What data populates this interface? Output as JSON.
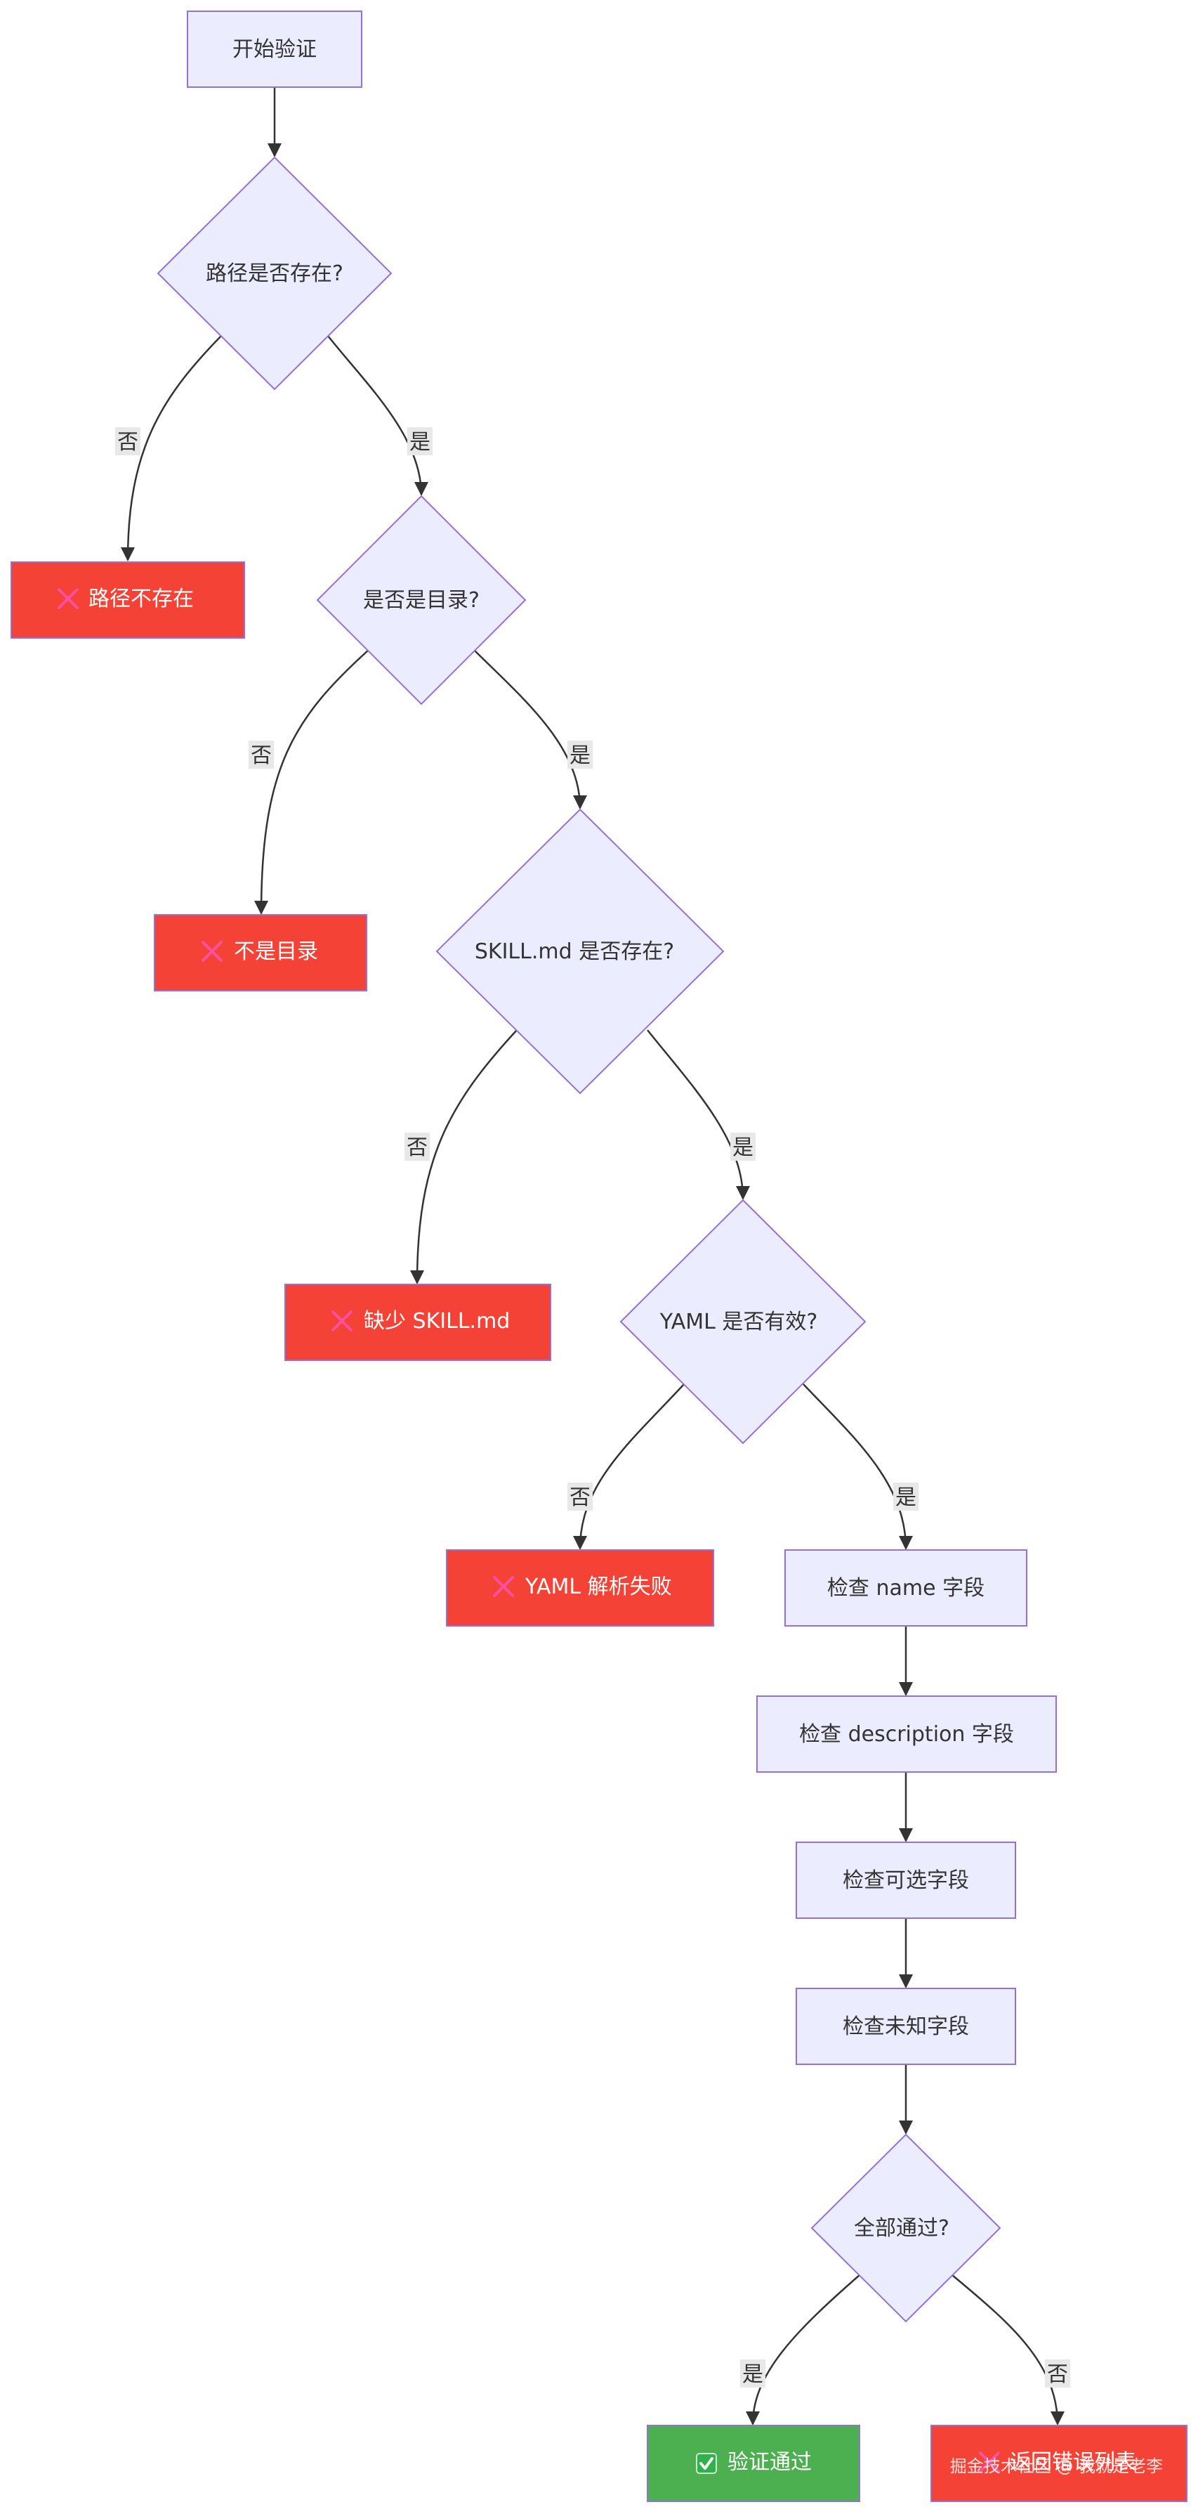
{
  "colors": {
    "node_fill": "#ECECFF",
    "node_stroke": "#9370DB",
    "error_fill": "#F44336",
    "success_fill": "#4CAF50",
    "edge": "#333333",
    "edge_label_bg": "#E8E8E8"
  },
  "nodes": {
    "start": "开始验证",
    "q_path_exists": "路径是否存在?",
    "err_path": "路径不存在",
    "q_is_dir": "是否是目录?",
    "err_not_dir": "不是目录",
    "q_skill_exists": "SKILL.md 是否存在?",
    "err_missing_skill": "缺少 SKILL.md",
    "q_yaml_valid": "YAML 是否有效?",
    "err_yaml": "YAML 解析失败",
    "check_name": "检查 name 字段",
    "check_description": "检查 description 字段",
    "check_optional": "检查可选字段",
    "check_unknown": "检查未知字段",
    "q_all_pass": "全部通过?",
    "pass": "验证通过",
    "return_errors": "返回错误列表"
  },
  "icons": {
    "error": "cross-mark-icon",
    "success": "check-box-icon"
  },
  "edge_labels": {
    "e1_no": "否",
    "e1_yes": "是",
    "e2_no": "否",
    "e2_yes": "是",
    "e3_no": "否",
    "e3_yes": "是",
    "e4_no": "否",
    "e4_yes": "是",
    "e5_yes": "是",
    "e5_no": "否"
  },
  "watermark": "掘金技术社区 @ 我就是老李"
}
